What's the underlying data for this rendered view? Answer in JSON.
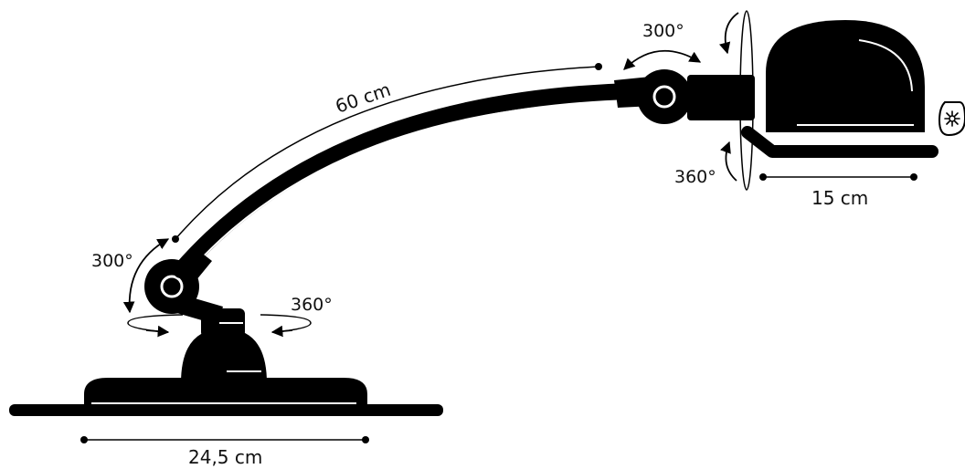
{
  "colors": {
    "ink": "#000000",
    "background": "#ffffff"
  },
  "labels": {
    "arm_length": "60 cm",
    "head_rotation_top": "300°",
    "head_rotation_side": "360°",
    "head_depth": "15 cm",
    "base_rotation_top": "300°",
    "base_swivel": "360°",
    "base_width": "24,5 cm"
  },
  "icons": {
    "corner_badge": "lamp-bulb-badge-icon"
  }
}
